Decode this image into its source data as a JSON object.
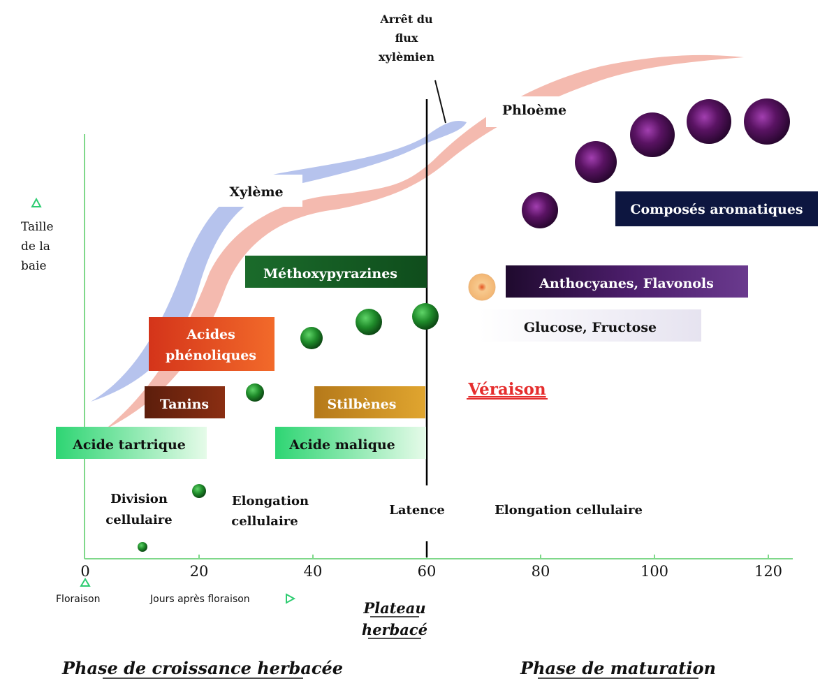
{
  "axis": {
    "x_ticks": [
      "0",
      "20",
      "40",
      "60",
      "80",
      "100",
      "120"
    ],
    "x_label": "Jours après floraison",
    "x_origin_label": "Floraison",
    "y_label_lines": [
      "Taille",
      "de la",
      "baie"
    ]
  },
  "flows": {
    "xylem": "Xylème",
    "phloem": "Phloème",
    "xylem_stop": [
      "Arrêt du",
      "flux",
      "xylèmien"
    ]
  },
  "compounds": {
    "tartaric": "Acide tartrique",
    "malic": "Acide malique",
    "tannins": "Tanins",
    "stilbenes": "Stilbènes",
    "phenolic": [
      "Acides",
      "phénoliques"
    ],
    "methoxy": "Méthoxypyrazines",
    "anthocyanins": "Anthocyanes, Flavonols",
    "sugars": "Glucose, Fructose",
    "aromatics": "Composés aromatiques"
  },
  "stages": {
    "division": [
      "Division",
      "cellulaire"
    ],
    "elongation1": [
      "Elongation",
      "cellulaire"
    ],
    "latency": "Latence",
    "elongation2": "Elongation cellulaire"
  },
  "veraison": "Véraison",
  "plateau": [
    "Plateau",
    "herbacé"
  ],
  "phases": {
    "growth": "Phase de croissance herbacée",
    "maturation": "Phase de maturation"
  },
  "colors": {
    "axis": "#7fd88a",
    "xylem_band": "#a9b9ea",
    "phloem_band": "#f3b3a6",
    "green_berry": "#1f8b2a",
    "purple_berry": "#5a1363",
    "veraison": "#e52d2d"
  }
}
